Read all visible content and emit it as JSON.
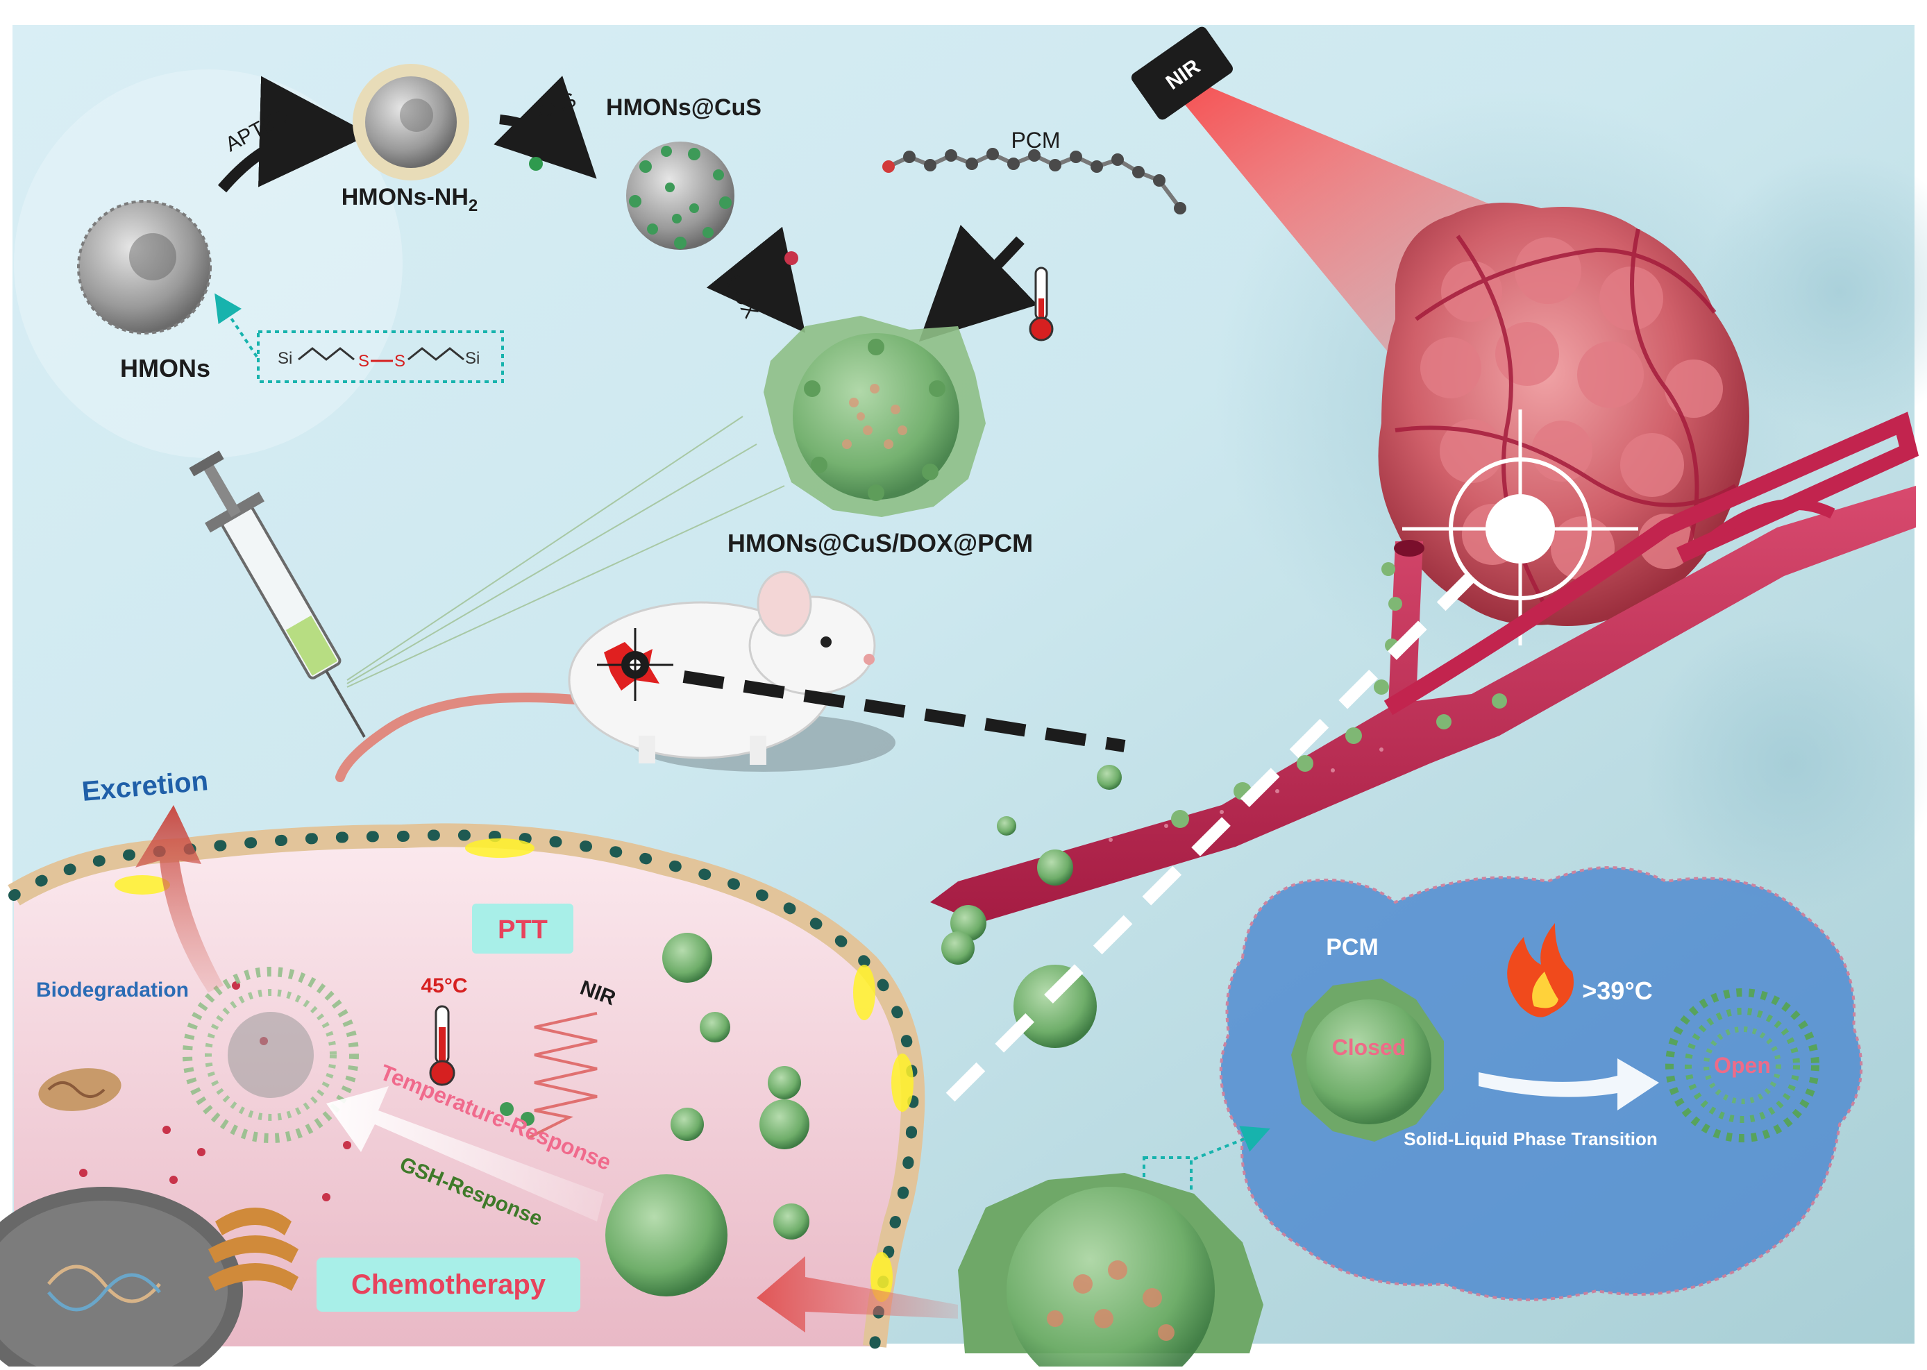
{
  "synthesis": {
    "aptes": "APTES",
    "hmons": "HMONs",
    "hmons_nh2_base": "HMONs-NH",
    "hmons_nh2_sub": "2",
    "cus": "CuS",
    "hmons_cus": "HMONs@CuS",
    "pcm": "PCM",
    "dox": "DOX",
    "product": "HMONs@CuS/DOX@PCM",
    "linker": {
      "si_left": "Si",
      "s1": "S",
      "s2": "S",
      "si_right": "Si"
    }
  },
  "nir_source": "NIR",
  "cell": {
    "excretion": "Excretion",
    "biodegradation": "Biodegradation",
    "ptt": "PTT",
    "temperature": "45°C",
    "nir": "NIR",
    "temperature_response": "Temperature-Response",
    "gsh_response": "GSH-Response",
    "chemotherapy": "Chemotherapy"
  },
  "inset": {
    "pcm": "PCM",
    "closed": "Closed",
    "open": "Open",
    "threshold": ">39°C",
    "transition": "Solid-Liquid Phase Transition"
  },
  "colors": {
    "label_dark": "#1c1c1c",
    "excretion_blue": "#1f5fa8",
    "biodegradation_blue": "#2a6cb5",
    "ptt_red": "#e8425c",
    "badge_bg": "#a8efe8",
    "temp_response_pink": "#f06a8c",
    "gsh_green": "#3f7a2a",
    "inset_blue": "#3f78c4",
    "vessel_red": "#c2244e",
    "tumor_red": "#c8485a",
    "nanoparticle_green": "#6fae6a"
  }
}
